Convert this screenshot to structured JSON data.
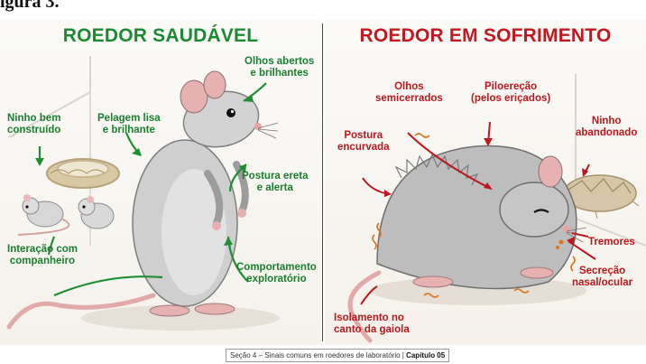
{
  "page_heading_fragment": "igura 3.",
  "left_panel": {
    "title": "ROEDOR SAUDÁVEL",
    "labels": {
      "eyes": [
        "Olhos abertos",
        "e brilhantes"
      ],
      "nest": [
        "Ninho bem",
        "construído"
      ],
      "fur": [
        "Pelagem lisa",
        "e brilhante"
      ],
      "posture": [
        "Postura ereta",
        "e alerta"
      ],
      "interaction": [
        "Interação com",
        "companheiro"
      ],
      "exploration": [
        "Comportamento",
        "exploratório"
      ]
    }
  },
  "right_panel": {
    "title": "ROEDOR EM SOFRIMENTO",
    "labels": {
      "eyes": [
        "Olhos",
        "semicerrados"
      ],
      "piloerection": [
        "Piloereção",
        "(pelos eriçados)"
      ],
      "posture": [
        "Postura",
        "encurvada"
      ],
      "nest": [
        "Ninho",
        "abandonado"
      ],
      "tremors": [
        "Tremores"
      ],
      "secretion": [
        "Secreção",
        "nasal/ocular"
      ],
      "isolation": [
        "Isolamento no",
        "canto da gaiola"
      ]
    }
  },
  "caption": {
    "text": "Seção 4 – Sinais comuns em roedores de laboratório | ",
    "bold": "Capítulo 05"
  },
  "colors": {
    "healthy_green": "#1b8a33",
    "distress_red": "#c3181f",
    "rat_fur": "#c9c9c9",
    "rat_skin": "#e6b1b0"
  }
}
